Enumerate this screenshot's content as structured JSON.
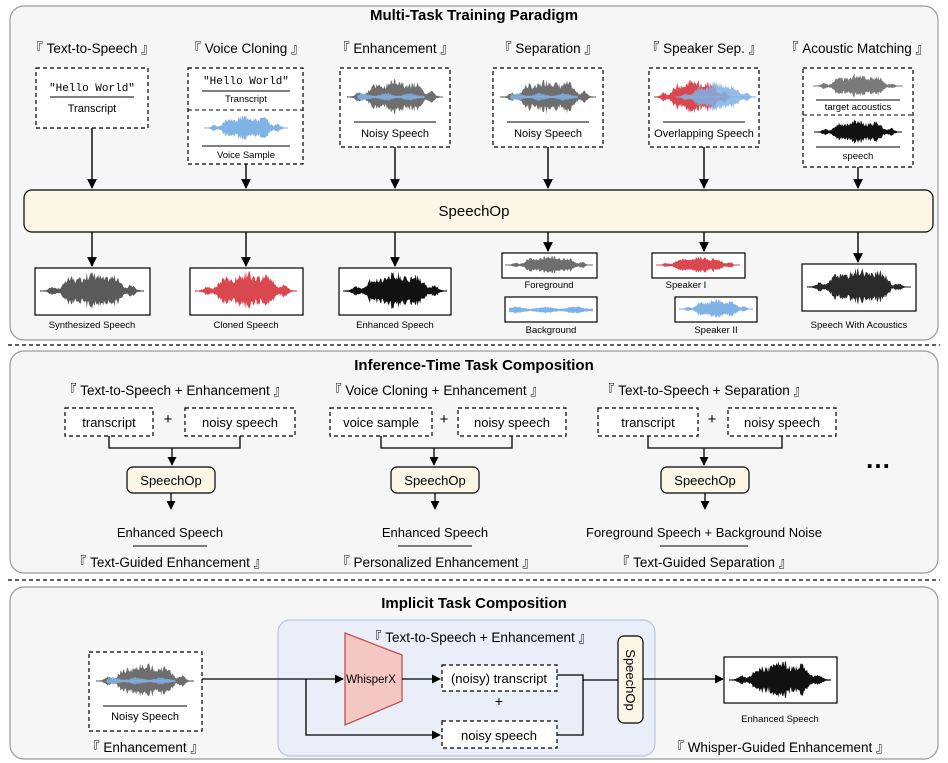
{
  "colors": {
    "panel_bg": "#f6f6f6",
    "panel_border": "#9a9a9a",
    "speechop_bg": "#fbf6e6",
    "implicit_bg": "#e9eef9",
    "implicit_border": "#b9c6e3",
    "whisperx_fill": "#f4c7c3",
    "whisperx_stroke": "#c0504d",
    "wave_gray": "#5a5a5a",
    "wave_dark": "#1a1a1a",
    "wave_red": "#d9484f",
    "wave_blue": "#7fb2e5"
  },
  "section1": {
    "title": "Multi-Task Training Paradigm",
    "speechop": "SpeechOp",
    "tasks": [
      {
        "title": "『 Text-to-Speech 』",
        "quote": "\"Hello World\"",
        "caption": "Transcript",
        "output": "Synthesized Speech"
      },
      {
        "title": "『 Voice Cloning 』",
        "quote": "\"Hello World\"",
        "caption": "Transcript",
        "caption2": "Voice Sample",
        "output": "Cloned Speech"
      },
      {
        "title": "『 Enhancement 』",
        "caption": "Noisy Speech",
        "output": "Enhanced Speech"
      },
      {
        "title": "『 Separation 』",
        "caption": "Noisy Speech",
        "output": "Foreground",
        "output2": "Background"
      },
      {
        "title": "『 Speaker Sep. 』",
        "caption": "Overlapping Speech",
        "output": "Speaker I",
        "output2": "Speaker II"
      },
      {
        "title": "『 Acoustic Matching 』",
        "caption": "target acoustics",
        "caption2": "speech",
        "output": "Speech With Acoustics"
      }
    ]
  },
  "section2": {
    "title": "Inference-Time Task Composition",
    "plus": "+",
    "speechop": "SpeechOp",
    "ellipsis": "…",
    "groups": [
      {
        "title": "『 Text-to-Speech + Enhancement 』",
        "left": "transcript",
        "right": "noisy speech",
        "output": "Enhanced Speech",
        "subtitle": "『 Text-Guided Enhancement 』"
      },
      {
        "title": "『 Voice Cloning + Enhancement 』",
        "left": "voice sample",
        "right": "noisy speech",
        "output": "Enhanced Speech",
        "subtitle": "『 Personalized Enhancement 』"
      },
      {
        "title": "『 Text-to-Speech + Separation 』",
        "left": "transcript",
        "right": "noisy speech",
        "output": "Foreground Speech + Background Noise",
        "subtitle": "『 Text-Guided Separation 』"
      }
    ]
  },
  "section3": {
    "title": "Implicit Task Composition",
    "input_caption": "Noisy Speech",
    "input_subtitle": "『 Enhancement 』",
    "inner_title": "『 Text-to-Speech + Enhancement 』",
    "whisperx": "WhisperX",
    "transcript": "(noisy) transcript",
    "plus": "+",
    "noisy": "noisy speech",
    "speechop": "SpeechOp",
    "output_caption": "Enhanced Speech",
    "output_subtitle": "『 Whisper-Guided Enhancement 』"
  }
}
